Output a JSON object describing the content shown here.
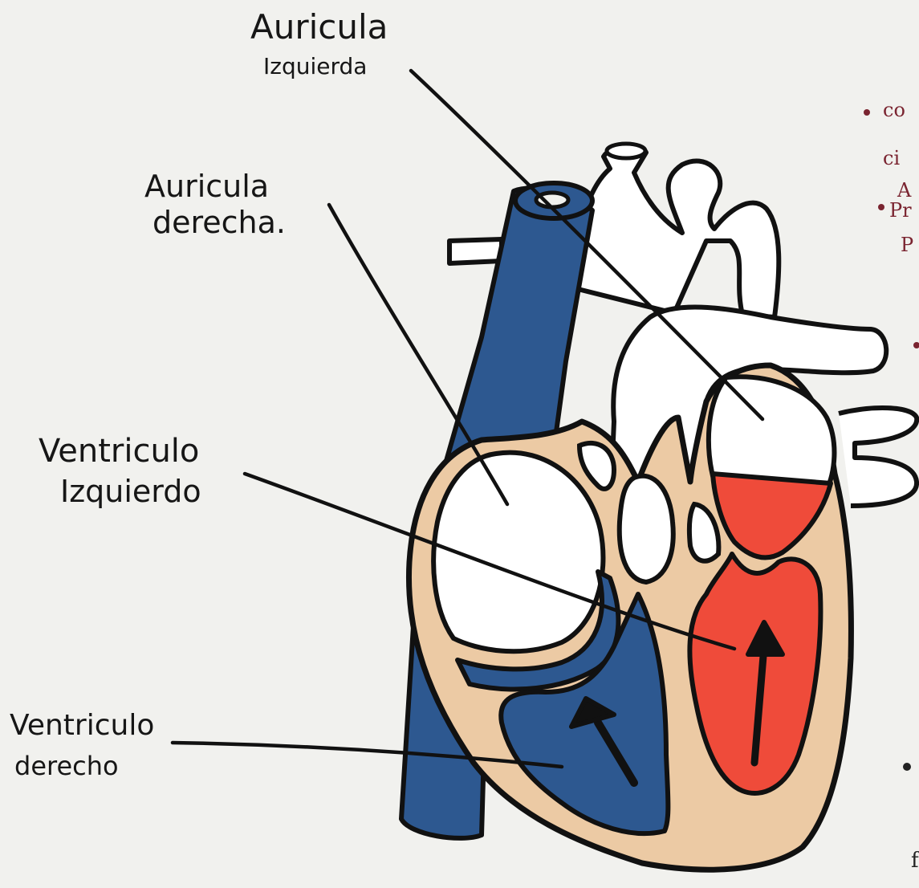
{
  "labels": {
    "auricula_izquierda": {
      "line1": "Auricula",
      "line2": "Izquierda"
    },
    "auricula_derecha": {
      "line1": "Auricula",
      "line2": "derecha."
    },
    "ventriculo_izquierdo": {
      "line1": "Ventriculo",
      "line2": "Izquierdo"
    },
    "ventriculo_derecho": {
      "line1": "Ventriculo",
      "line2": "derecho"
    }
  },
  "margin_notes": {
    "note1_line1": "co",
    "note1_line2": "ci",
    "note1_line3": "A",
    "note2_line1": "Pr",
    "note2_line2": "P",
    "note_bottom": "f"
  },
  "colors": {
    "deoxygenated_blue": "#2d5890",
    "oxygenated_red": "#ef4b3a",
    "heart_wall": "#eccaa4",
    "paper": "#f1f1ee",
    "ink": "#111111",
    "note_ink": "#7a2430"
  }
}
